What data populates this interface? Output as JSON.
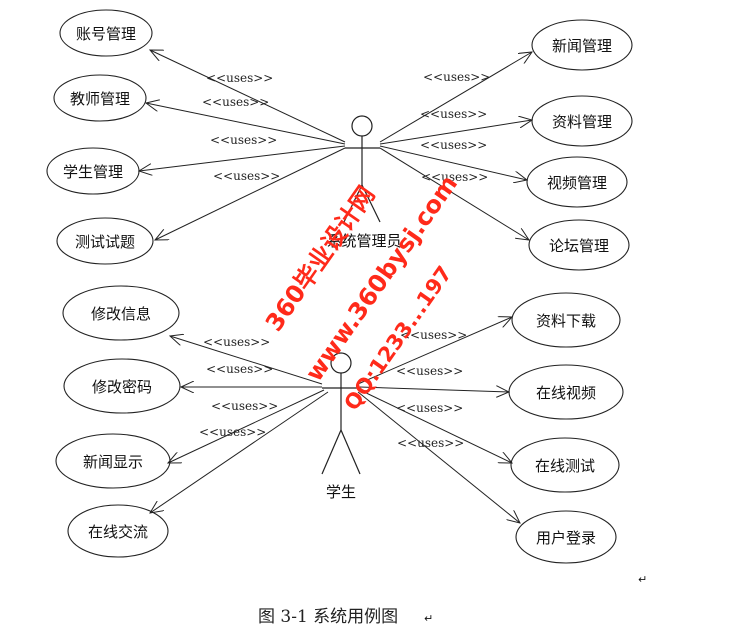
{
  "diagram": {
    "uses_label": "<<uses>>",
    "caption": "图 3-1  系统用例图",
    "return_mark": "↵",
    "actors": {
      "admin": {
        "label": "系统管理员"
      },
      "student": {
        "label": "学生"
      }
    },
    "admin_left_usecases": [
      "账号管理",
      "教师管理",
      "学生管理",
      "测试试题"
    ],
    "admin_right_usecases": [
      "新闻管理",
      "资料管理",
      "视频管理",
      "论坛管理"
    ],
    "student_left_usecases": [
      "修改信息",
      "修改密码",
      "新闻显示",
      "在线交流"
    ],
    "student_right_usecases": [
      "资料下载",
      "在线视频",
      "在线测试",
      "用户登录"
    ],
    "watermark": {
      "line1": "360毕业设计网",
      "line2": "www.360bysj.com",
      "line3": "QQ:1233...197"
    },
    "colors": {
      "line": "#222222",
      "watermark": "#ff2a1a"
    }
  }
}
